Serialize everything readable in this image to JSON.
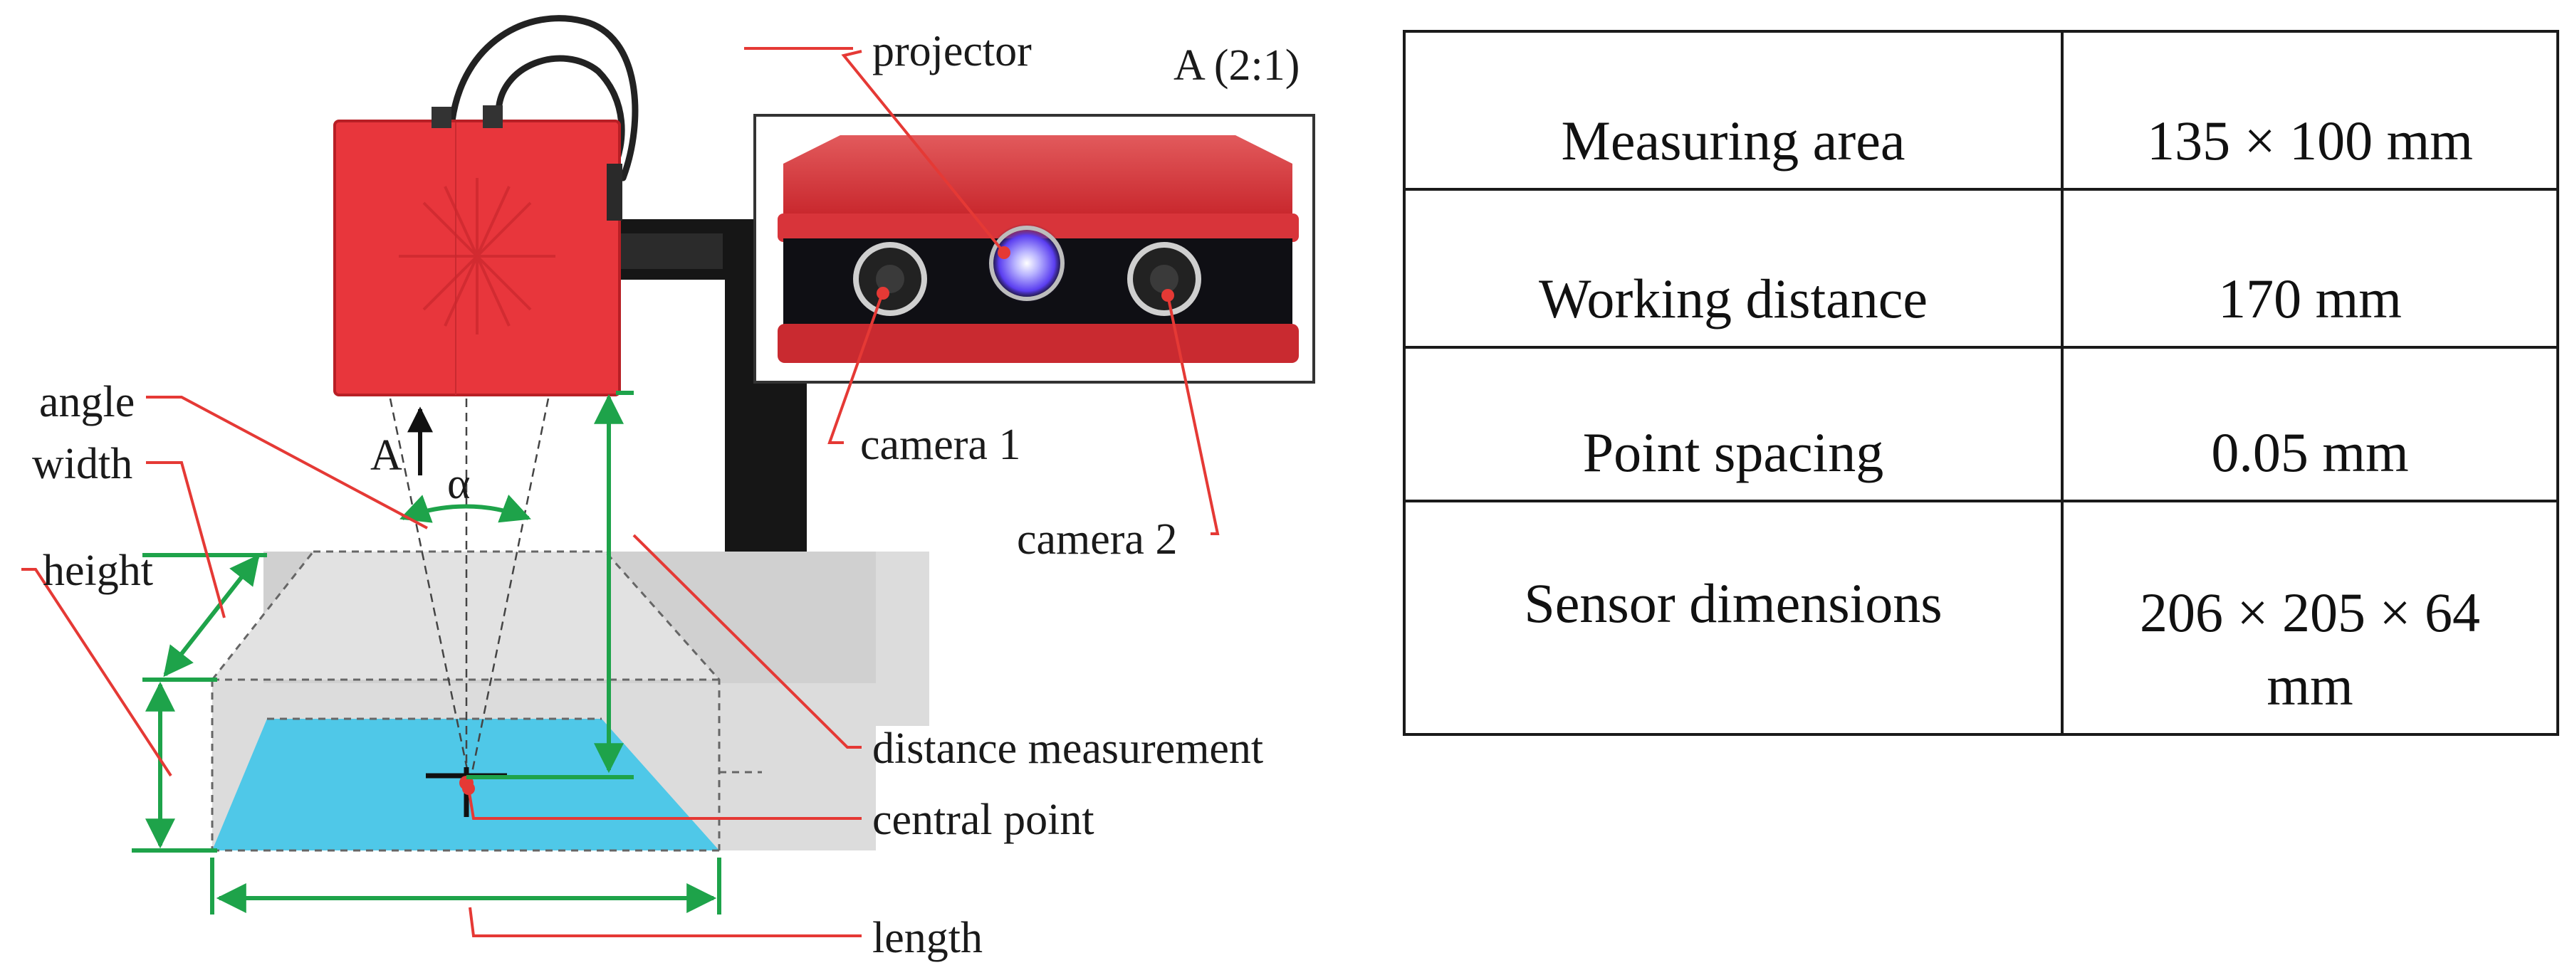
{
  "diagram": {
    "labels": {
      "projector": "projector",
      "view": "A (2:1)",
      "camera1": "camera 1",
      "camera2": "camera 2",
      "angle": "angle",
      "width": "width",
      "height": "height",
      "arrow_a": "A",
      "alpha": "α",
      "distance": "distance measurement",
      "central_point": "central point",
      "length": "length"
    },
    "colors": {
      "sensor_red": "#e8363c",
      "leader_red": "#e53935",
      "dimension_green": "#1ea34a",
      "measuring_area_blue": "#4fc8e8",
      "volume_gray": "#d9d9d9",
      "mount_black": "#161616"
    }
  },
  "specs": {
    "rows": [
      {
        "label": "Measuring area",
        "value": "135 × 100 mm"
      },
      {
        "label": "Working distance",
        "value": "170 mm"
      },
      {
        "label": "Point spacing",
        "value": "0.05 mm"
      },
      {
        "label": "Sensor dimensions",
        "value": "206 × 205 × 64 mm"
      }
    ]
  }
}
